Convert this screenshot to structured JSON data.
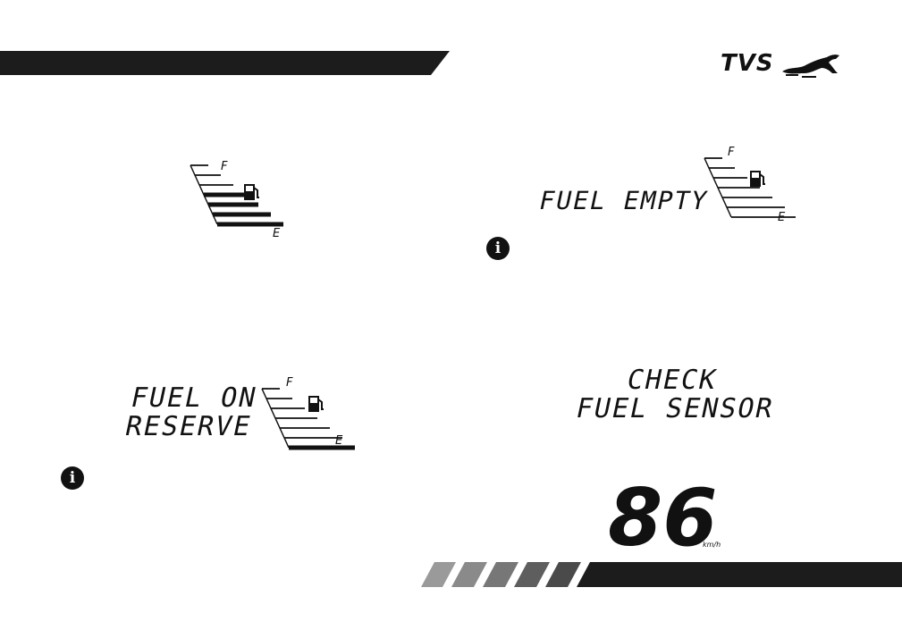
{
  "brand": {
    "name": "TVS",
    "horse_icon": "horse-logo-icon"
  },
  "colors": {
    "band": "#1c1c1c",
    "stripe_light": "#8a8a8a",
    "stripe_dark": "#3a3a3a"
  },
  "panels": {
    "gauge_partial": {
      "full_label": "F",
      "empty_label": "E",
      "level": 0.57,
      "icon": "fuel-pump-icon"
    },
    "fuel_empty": {
      "message": "FUEL EMPTY",
      "full_label": "F",
      "empty_label": "E",
      "level": 0,
      "info_icon": "info-icon",
      "info_glyph": "i"
    },
    "fuel_reserve": {
      "message_line1": "FUEL ON",
      "message_line2": "RESERVE",
      "full_label": "F",
      "empty_label": "E",
      "level": 0.14,
      "info_icon": "info-icon",
      "info_glyph": "i"
    },
    "check_sensor": {
      "line1": "CHECK",
      "line2": "FUEL SENSOR"
    },
    "speed": {
      "value": "86",
      "unit": "km/h"
    }
  }
}
